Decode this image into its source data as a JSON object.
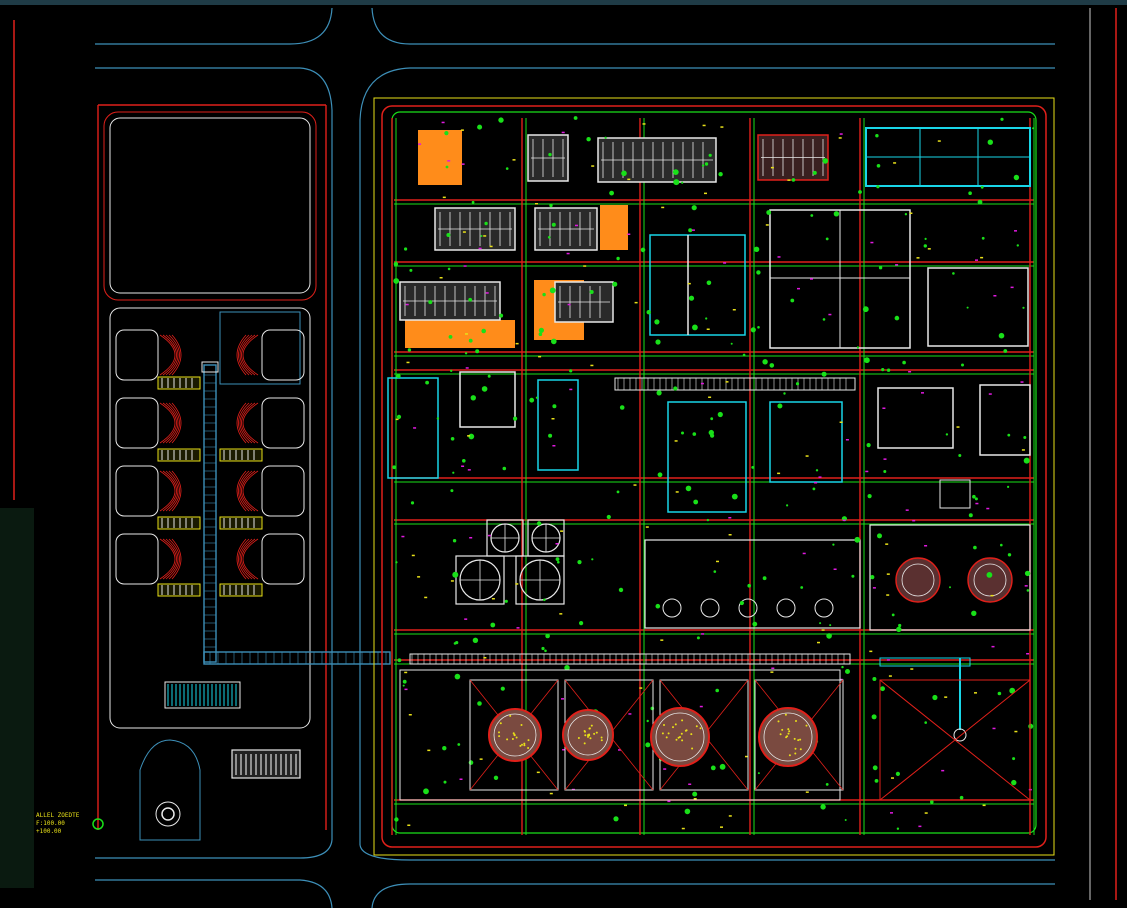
{
  "drawing": {
    "type": "cad-site-plan",
    "background": "#000000",
    "colors": {
      "road": "#3d8fb8",
      "boundary": "#e0201a",
      "layer_green": "#19e019",
      "layer_cyan": "#19d6e8",
      "layer_yellow": "#e8e019",
      "layer_magenta": "#e019e0",
      "layer_white": "#e8e8e8",
      "layer_orange": "#ff8c1a",
      "frame": "#1f3b46"
    },
    "annotation": {
      "line1": "ALLEL ZOEDTE",
      "line2": "F:100.00",
      "line3": "+100.00"
    },
    "icons": {
      "compass": "compass-icon",
      "tank": "tank-icon",
      "valve": "valve-icon"
    }
  }
}
